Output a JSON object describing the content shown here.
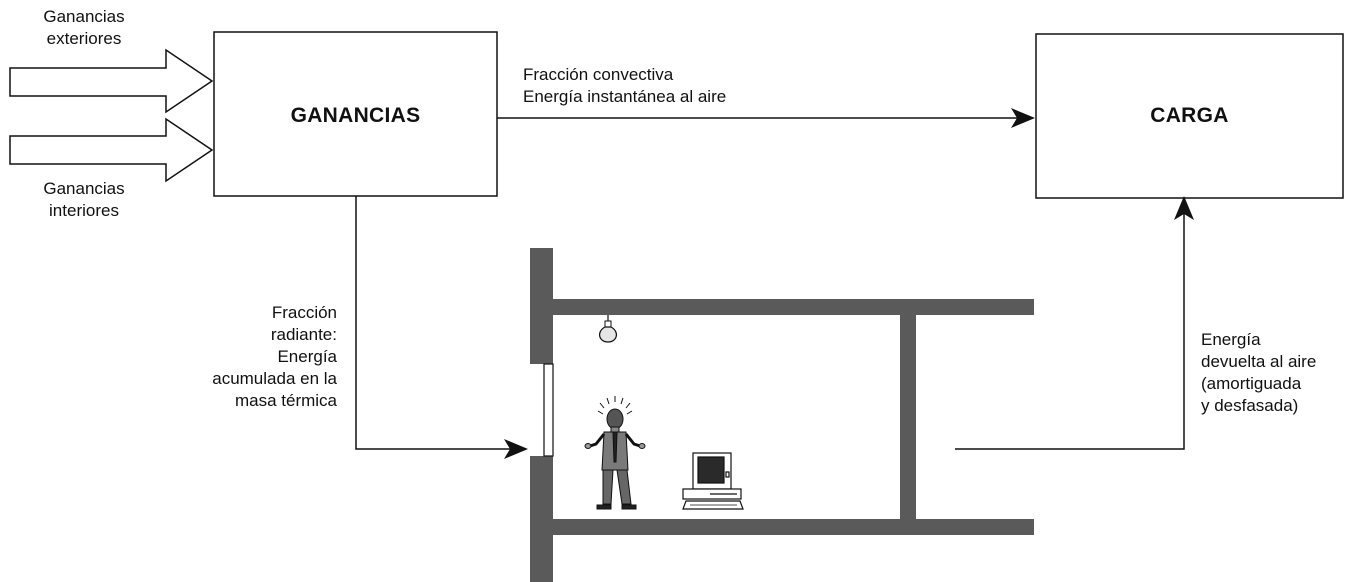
{
  "boxes": {
    "ganancias": "GANANCIAS",
    "carga": "CARGA"
  },
  "inputs": {
    "exteriores": [
      "Ganancias",
      "exteriores"
    ],
    "interiores": [
      "Ganancias",
      "interiores"
    ]
  },
  "convectiva": [
    "Fracción convectiva",
    "Energía instantánea al aire"
  ],
  "radiante": [
    "Fracción",
    "radiante:",
    "Energía",
    "acumulada en la",
    "masa térmica"
  ],
  "devuelta": [
    "Energía",
    "devuelta al aire",
    "(amortiguada",
    "y desfasada)"
  ],
  "icons": [
    "person-icon",
    "computer-icon",
    "ceiling-lamp-icon"
  ],
  "colors": {
    "wall": "#5a5a5a",
    "line": "#111111"
  }
}
